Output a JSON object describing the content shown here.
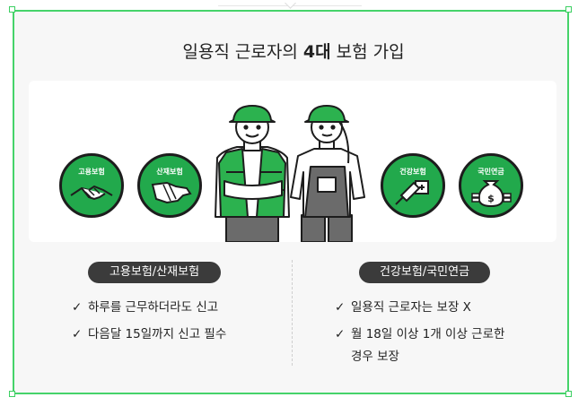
{
  "title": {
    "part1": "일용직 근로자의 ",
    "bold": "4대",
    "part2": " 보험 가입"
  },
  "badges": [
    {
      "label": "고용보험",
      "icon": "handshake-icon"
    },
    {
      "label": "산재보험",
      "icon": "bandaged-hand-icon"
    },
    {
      "label": "건강보험",
      "icon": "syringe-icon"
    },
    {
      "label": "국민연금",
      "icon": "money-bag-icon"
    }
  ],
  "left": {
    "pill": "고용보험/산재보험",
    "items": [
      "하루를 근무하더라도 신고",
      "다음달 15일까지 신고 필수"
    ]
  },
  "right": {
    "pill": "건강보험/국민연금",
    "items": [
      "일용직 근로자는 보장 X",
      "월 18일 이상 1개 이상 근로한",
      "경우 보장"
    ]
  },
  "check_symbol": "✓",
  "colors": {
    "accent": "#22a94c",
    "frame": "#46d36a",
    "pill": "#3b3b3b"
  }
}
